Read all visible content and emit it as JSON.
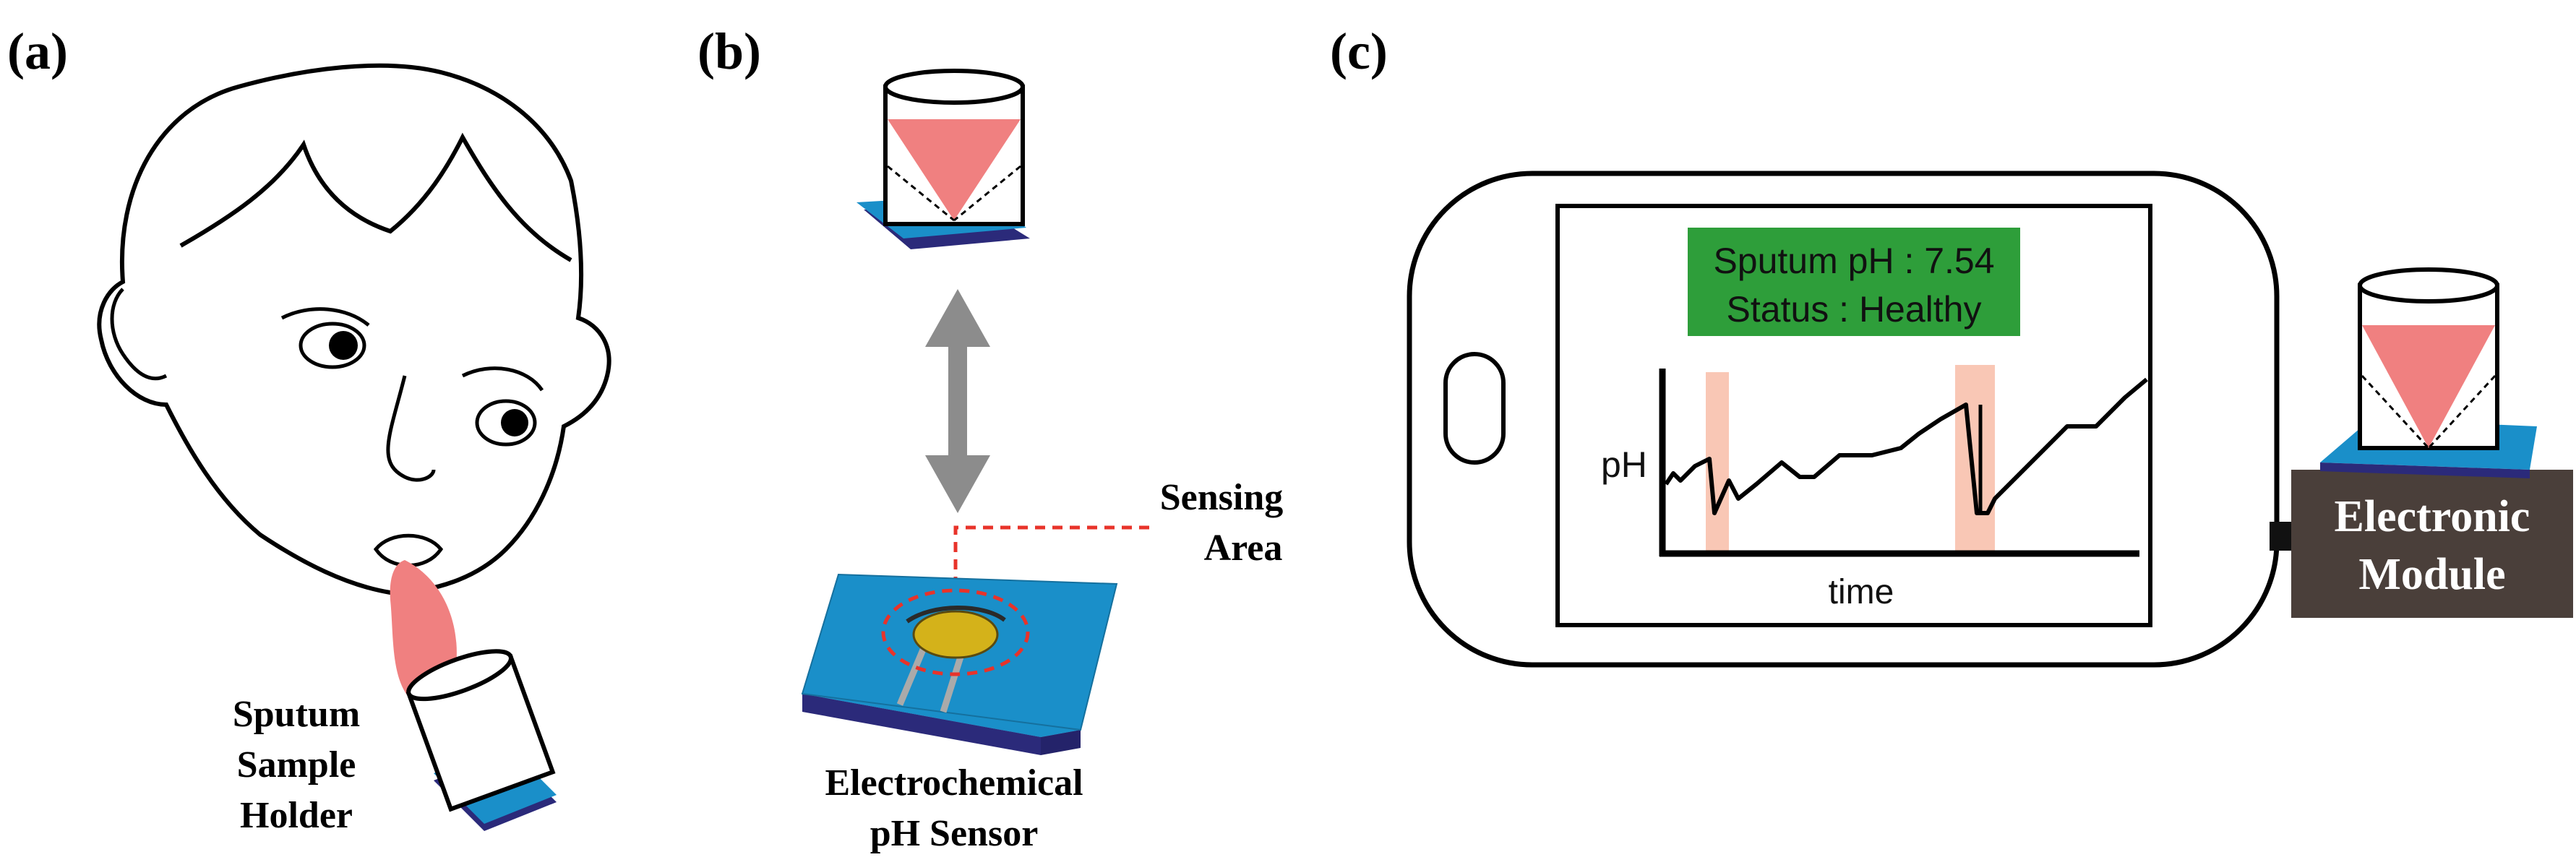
{
  "panels": {
    "a": {
      "label": "(a)",
      "caption_lines": [
        "Sputum",
        "Sample",
        "Holder"
      ]
    },
    "b": {
      "label": "(b)",
      "sensing_lines": [
        "Sensing",
        "Area"
      ],
      "sensor_lines": [
        "Electrochemical",
        "pH Sensor"
      ]
    },
    "c": {
      "label": "(c)",
      "screen": {
        "readout_line1": "Sputum pH : 7.54",
        "readout_line2": "Status : Healthy",
        "y_label": "pH",
        "x_label": "time"
      },
      "module_lines": [
        "Electronic",
        "Module"
      ]
    }
  },
  "colors": {
    "sputum": "#f08080",
    "sensor_blue": "#1a8fc9",
    "sensor_base": "#2b2a7a",
    "electrode": "#d4b21a",
    "status_green": "#2e9e3a",
    "highlight": "#f9c7b5",
    "module_box": "#4a3f3a",
    "dashed_red": "#e8332a"
  }
}
